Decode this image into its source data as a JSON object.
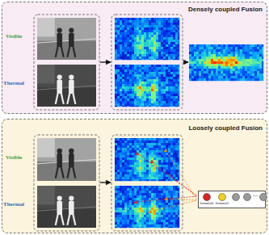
{
  "diagram": {
    "nodes": [
      {
        "text": [
          "Densely coupled Fusion"
        ]
      },
      {
        "text": [
          "Loosely coupled Fusion"
        ]
      },
      {
        "text": [
          "Instance0",
          "Instance1",
          "..."
        ],
        "in": 1
      }
    ],
    "labels": [
      "Visible",
      "Thermal",
      "Visible",
      "Thermal"
    ]
  }
}
